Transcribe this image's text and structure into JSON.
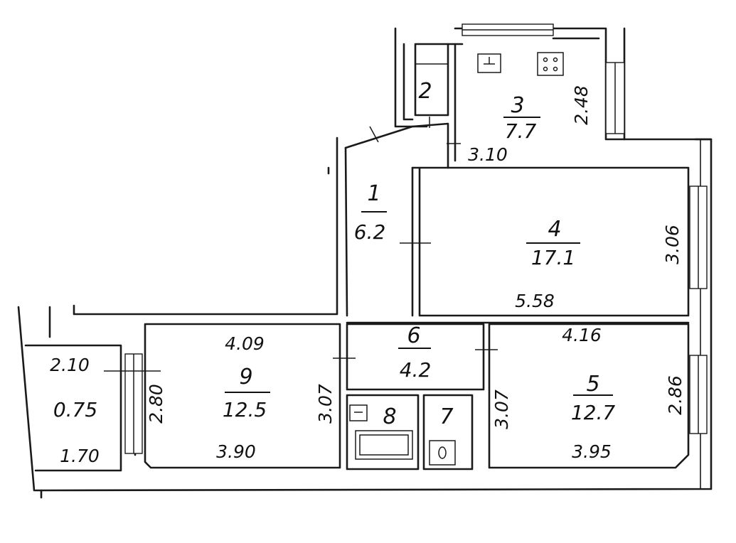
{
  "rooms": [
    {
      "id": "room-1",
      "number": "1",
      "area": "6.2"
    },
    {
      "id": "room-2",
      "number": "2",
      "area": ""
    },
    {
      "id": "room-3",
      "number": "3",
      "area": "7.7"
    },
    {
      "id": "room-4",
      "number": "4",
      "area": "17.1"
    },
    {
      "id": "room-5",
      "number": "5",
      "area": "12.7"
    },
    {
      "id": "room-6",
      "number": "6",
      "area": "4.2"
    },
    {
      "id": "room-7",
      "number": "7",
      "area": ""
    },
    {
      "id": "room-8",
      "number": "8",
      "area": ""
    },
    {
      "id": "room-9",
      "number": "9",
      "area": "12.5"
    }
  ],
  "balcony": {
    "top": "2.10",
    "area": "0.75",
    "bottom": "1.70"
  },
  "dimensions": {
    "kitchen_side": "2.48",
    "kitchen_bottom": "3.10",
    "room4_side": "3.06",
    "room4_bottom": "5.58",
    "room9_top": "4.09",
    "room9_left": "2.80",
    "room9_right": "3.07",
    "room9_bottom": "3.90",
    "room5_top": "4.16",
    "room5_left": "3.07",
    "room5_right": "2.86",
    "room5_bottom": "3.95"
  },
  "colors": {
    "ink": "#1a1a1a",
    "paper": "#ffffff"
  }
}
